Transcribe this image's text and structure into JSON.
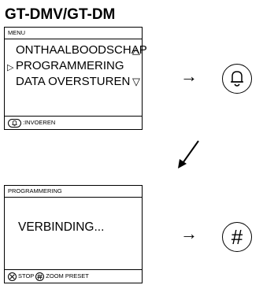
{
  "title": "GT-DMV/GT-DM",
  "screen1": {
    "header": "MENU",
    "items": [
      "ONTHAALBOODSCHAP",
      "PROGRAMMERING",
      "DATA OVERSTUREN"
    ],
    "selected_marker": "▷",
    "scroll_up": "△",
    "scroll_down": "▽",
    "footer_label": ":INVOEREN"
  },
  "screen2": {
    "header": "PROGRAMMERING",
    "message": "VERBINDING...",
    "footer_stop": "STOP",
    "footer_zoom": "ZOOM PRESET"
  },
  "steps": {
    "first_icon": "bell-icon",
    "second_icon": "hash-icon",
    "hash_symbol": "#",
    "arrow": "→"
  }
}
